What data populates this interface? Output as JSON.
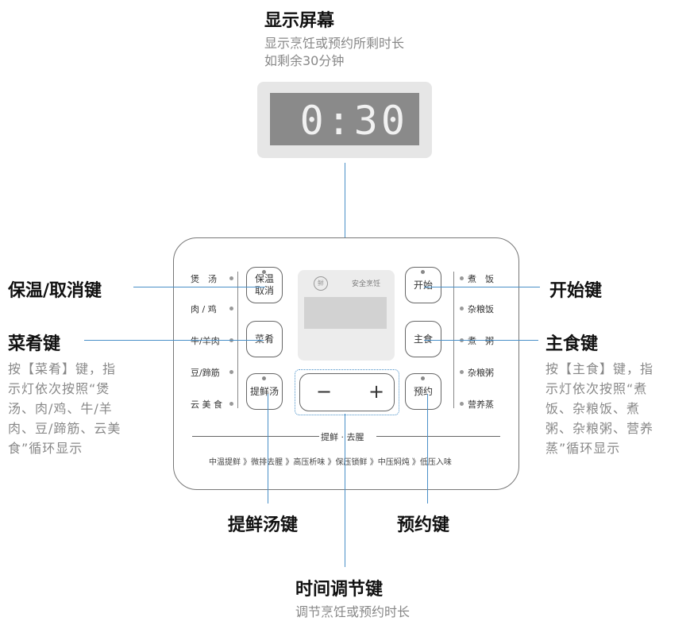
{
  "display_callout": {
    "title": "显示屏幕",
    "desc": "显示烹饪或预约所剩时长\n如剩余30分钟",
    "digits": "0:30"
  },
  "panel": {
    "brand_icon": "seal-icon",
    "brand_text": "安全烹饪",
    "left_menu": [
      "煲　汤",
      "肉 / 鸡",
      "牛/羊肉",
      "豆/蹄筋",
      "云 美 食"
    ],
    "right_menu": [
      "煮　饭",
      "杂粮饭",
      "煮　粥",
      "杂粮粥",
      "营养蒸"
    ],
    "buttons": {
      "keep_warm": "保温\n取消",
      "dishes": "菜肴",
      "fresh_soup": "提鲜汤",
      "start": "开始",
      "staple": "主食",
      "reserve": "预约",
      "minus": "−",
      "plus": "+"
    },
    "fresh_line": "提鲜 · 去腥",
    "flow": "中温提鲜 》微排去腥 》高压析味 》保压锁鲜 》中压焖炖 》低压入味"
  },
  "callouts": {
    "keep_warm": "保温/取消键",
    "dishes": "菜肴键",
    "dishes_desc": "按【菜肴】键，指\n示灯依次按照“煲\n汤、肉/鸡、牛/羊\n肉、豆/蹄筋、云美\n食”循环显示",
    "start": "开始键",
    "staple": "主食键",
    "staple_desc": "按【主食】键，指\n示灯依次按照“煮\n饭、杂粮饭、煮\n粥、杂粮粥、营养\n蒸”循环显示",
    "fresh_soup": "提鲜汤键",
    "reserve": "预约键",
    "time_adjust": "时间调节键",
    "time_adjust_desc": "调节烹饪或预约时长"
  },
  "colors": {
    "leader": "#4a90c8",
    "panel_border": "#777777",
    "screen": "#8a8a8a"
  }
}
